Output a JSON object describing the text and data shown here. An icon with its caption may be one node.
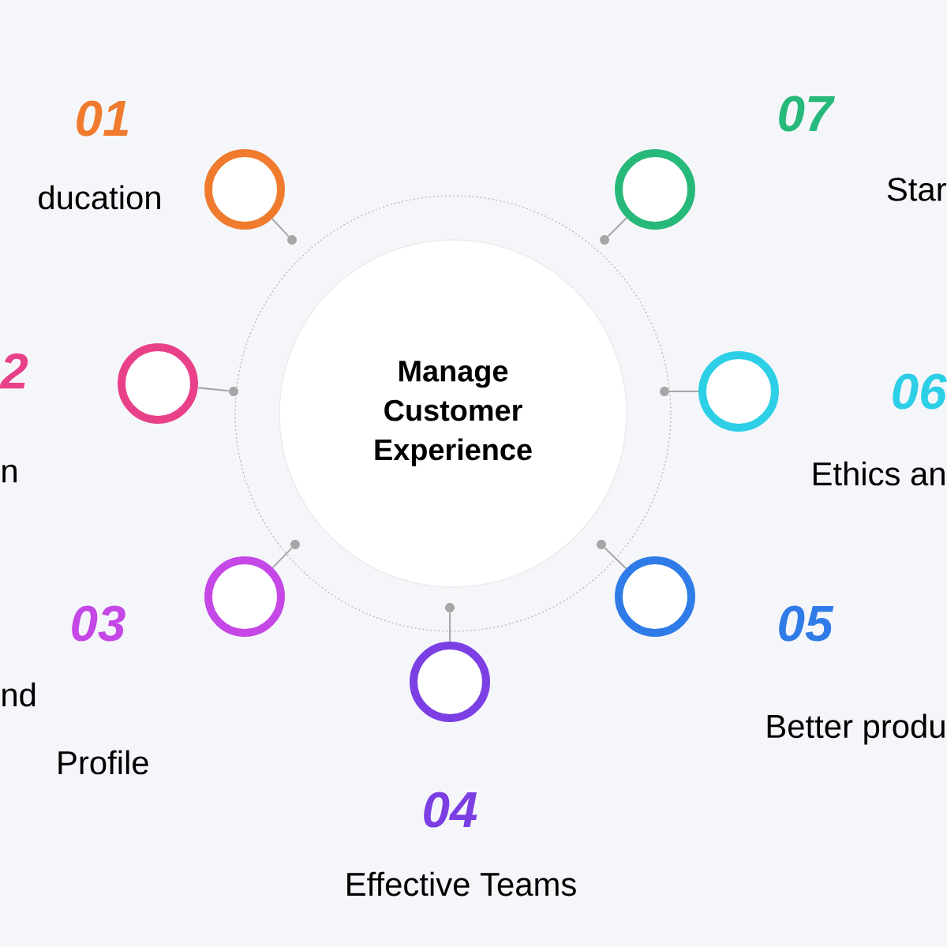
{
  "diagram": {
    "nodes": [
      {
        "text": [
          "Manage Customer Experience"
        ]
      },
      {
        "text": [],
        "shape": "circle",
        "beside": [
          "01",
          "ducation"
        ]
      },
      {
        "text": [],
        "shape": "circle",
        "beside": [
          "2",
          "n"
        ]
      },
      {
        "text": [],
        "shape": "circle",
        "beside": [
          "03",
          "nd",
          "Profile"
        ]
      },
      {
        "text": [],
        "shape": "circle",
        "beside": [
          "04",
          "Effective Teams"
        ]
      },
      {
        "text": [],
        "shape": "circle",
        "beside": [
          "05",
          "Better produ"
        ]
      },
      {
        "text": [],
        "shape": "circle",
        "beside": [
          "06",
          "Ethics an"
        ]
      },
      {
        "text": [],
        "shape": "circle",
        "beside": [
          "07",
          "Star"
        ]
      },
      {
        "text": [],
        "shape": "circle"
      },
      {
        "text": [],
        "shape": "circle"
      },
      {
        "text": [],
        "shape": "circle"
      },
      {
        "text": [],
        "shape": "circle"
      },
      {
        "text": [],
        "shape": "circle"
      },
      {
        "text": [],
        "shape": "circle"
      },
      {
        "text": [],
        "shape": "circle"
      }
    ],
    "edges": [
      {
        "from": 1,
        "to": 8,
        "arrow": "none"
      },
      {
        "from": 2,
        "to": 10,
        "arrow": "none"
      },
      {
        "from": 3,
        "to": 12,
        "arrow": "none"
      },
      {
        "from": 4,
        "to": 14,
        "arrow": "none"
      },
      {
        "from": 5,
        "to": 13,
        "arrow": "none"
      },
      {
        "from": 6,
        "to": 11,
        "arrow": "none"
      },
      {
        "from": 7,
        "to": 9,
        "arrow": "none"
      }
    ]
  }
}
